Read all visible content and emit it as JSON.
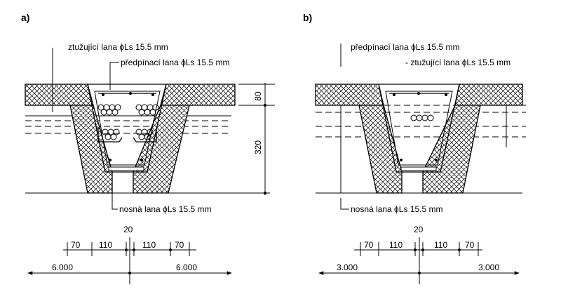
{
  "panels": {
    "a": {
      "label": "a)",
      "stiffening_tendons": "ztužující lana ϕLs 15.5 mm",
      "prestressing_tendons": "předpínací lana ϕLs 15.5 mm",
      "bearing_tendons": "nosná lana ϕLs 15.5 mm",
      "dim_deck": "80",
      "dim_web": "320",
      "dim_top": "20",
      "dims": [
        "70",
        "110",
        "110",
        "70"
      ],
      "span_left": "6.000",
      "span_right": "6.000"
    },
    "b": {
      "label": "b)",
      "prestressing_tendons": "předpínací lana ϕLs 15.5 mm",
      "stiffening_tendons": "- ztužující lana ϕLs 15.5 mm",
      "bearing_tendons": "nosná lana ϕLs 15.5 mm",
      "dim_top": "20",
      "dims": [
        "70",
        "110",
        "110",
        "70"
      ],
      "span_left": "3.000",
      "span_right": "3.000"
    }
  }
}
